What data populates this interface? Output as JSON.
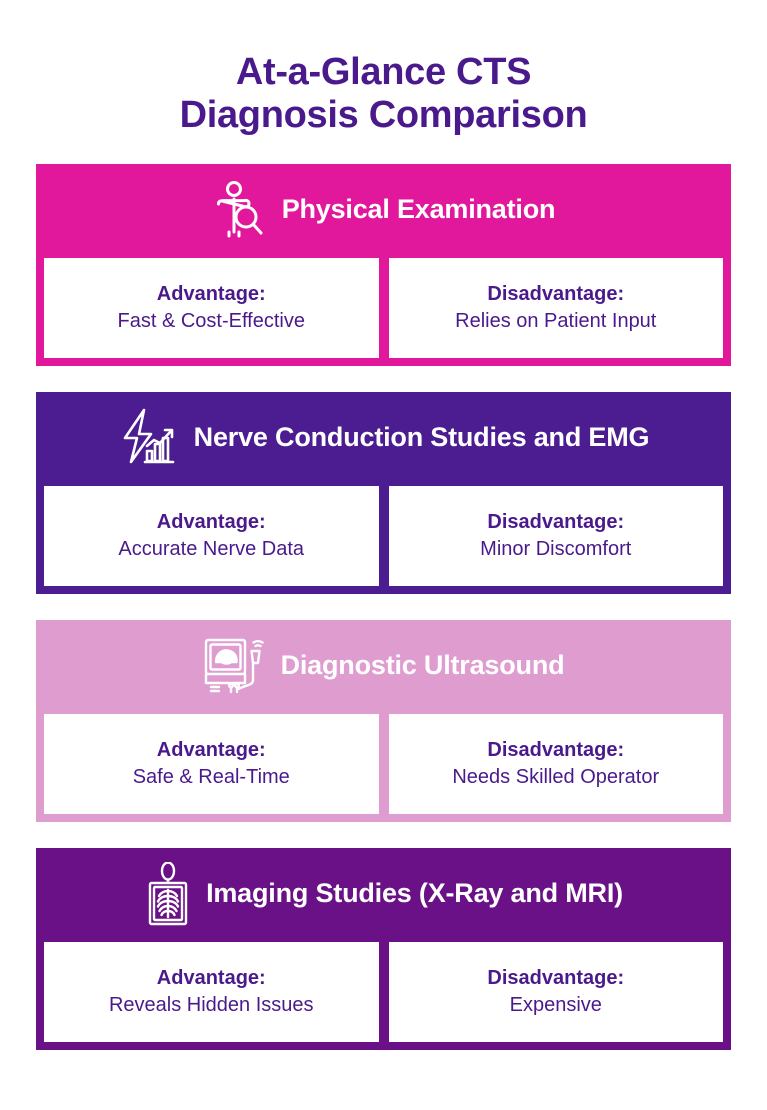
{
  "title": "At-a-Glance CTS\nDiagnosis Comparison",
  "colors": {
    "title_text": "#4a1a8c",
    "magenta": "#e2189c",
    "deep_purple": "#4b1d91",
    "light_pink": "#df9ccf",
    "violet": "#6a1187",
    "card_text": "#4a1a8c",
    "header_text": "#ffffff",
    "page_background": "#ffffff"
  },
  "cards": [
    {
      "title": "Physical Examination",
      "icon": "person-with-magnifier-icon",
      "theme": "magenta",
      "advantage_label": "Advantage:",
      "advantage_value": "Fast & Cost-Effective",
      "disadvantage_label": "Disadvantage:",
      "disadvantage_value": "Relies on Patient Input"
    },
    {
      "title": "Nerve Conduction Studies and EMG",
      "icon": "lightning-bolt-bar-chart-icon",
      "theme": "purple",
      "advantage_label": "Advantage:",
      "advantage_value": "Accurate Nerve Data",
      "disadvantage_label": "Disadvantage:",
      "disadvantage_value": "Minor Discomfort"
    },
    {
      "title": "Diagnostic Ultrasound",
      "icon": "ultrasound-machine-icon",
      "theme": "pink",
      "advantage_label": "Advantage:",
      "advantage_value": "Safe & Real-Time",
      "disadvantage_label": "Disadvantage:",
      "disadvantage_value": "Needs Skilled Operator"
    },
    {
      "title": "Imaging Studies (X-Ray and MRI)",
      "icon": "xray-film-ribcage-icon",
      "theme": "violet",
      "advantage_label": "Advantage:",
      "advantage_value": "Reveals Hidden Issues",
      "disadvantage_label": "Disadvantage:",
      "disadvantage_value": "Expensive"
    }
  ]
}
